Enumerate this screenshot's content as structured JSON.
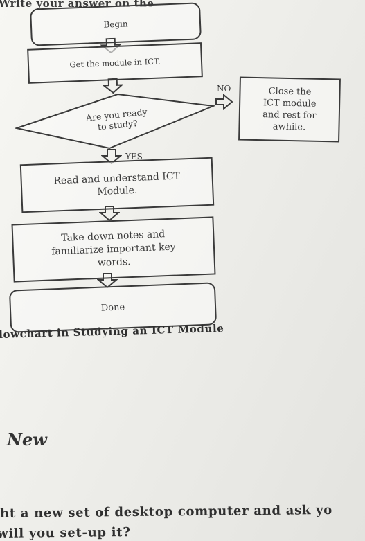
{
  "header": {
    "instruction": "Write your answer on the"
  },
  "flowchart": {
    "begin": "Begin",
    "get_module": "Get the module in ICT.",
    "decision": [
      "Are you ready",
      "to study?"
    ],
    "no_label": "NO",
    "close_module": [
      "Close the",
      "ICT module",
      "and rest for",
      "awhile."
    ],
    "yes_label": "YES",
    "read_module": [
      "Read and understand ICT",
      "Module."
    ],
    "take_notes": [
      "Take down notes and",
      "familiarize important key",
      "words."
    ],
    "done": "Done"
  },
  "caption": "lowchart in Studying an ICT Module",
  "section": {
    "heading": "New"
  },
  "question": {
    "line1": "ht a new set of desktop computer and ask yo",
    "line2": " will you set-up it?"
  }
}
